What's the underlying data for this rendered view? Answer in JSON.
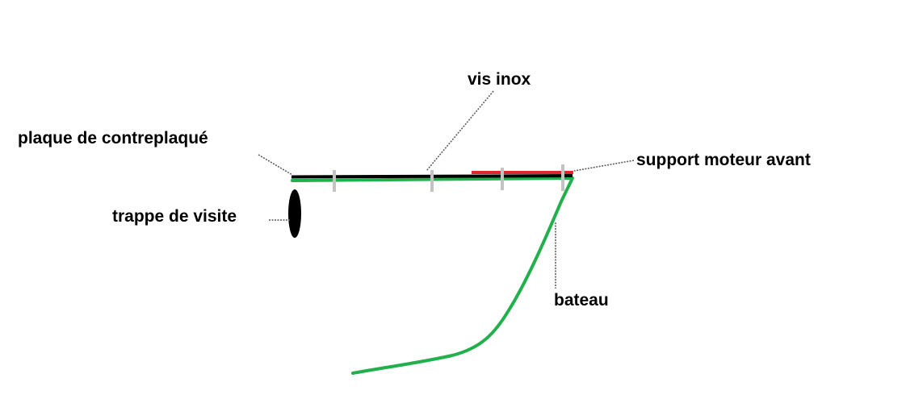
{
  "labels": {
    "plywood_plate": "plaque de contreplaqué",
    "stainless_screw": "vis inox",
    "front_motor_mount": "support moteur avant",
    "access_hatch": "trappe de visite",
    "boat": "bateau"
  },
  "colors": {
    "hull": "#21b04b",
    "plywood": "#000000",
    "motor_mount": "#e0262b",
    "screws": "#c3c3c3",
    "leaders": "#555555",
    "hatch": "#000000",
    "text": "#000000"
  }
}
